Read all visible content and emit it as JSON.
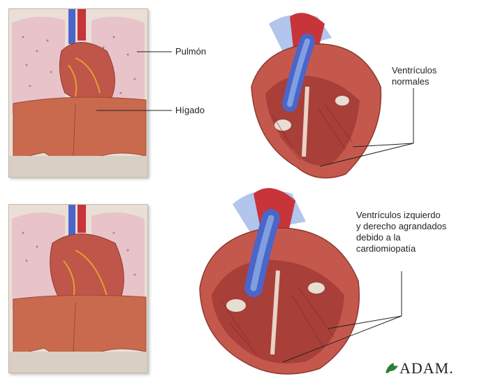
{
  "labels": {
    "lung": "Pulmón",
    "liver": "Hígado",
    "normal_ventricles": [
      "Ventrículos",
      "normales"
    ],
    "enlarged_ventricles": [
      "Ventrículos izquierdo",
      "y derecho agrandados",
      "debido a la",
      "cardiomiopatía"
    ]
  },
  "logo": "ADAM.",
  "colors": {
    "lung": "#e9c7cd",
    "liver": "#c96a4e",
    "heart_muscle": "#b2453f",
    "vessel_blue": "#4b66c8",
    "aorta_red": "#c7343a"
  }
}
